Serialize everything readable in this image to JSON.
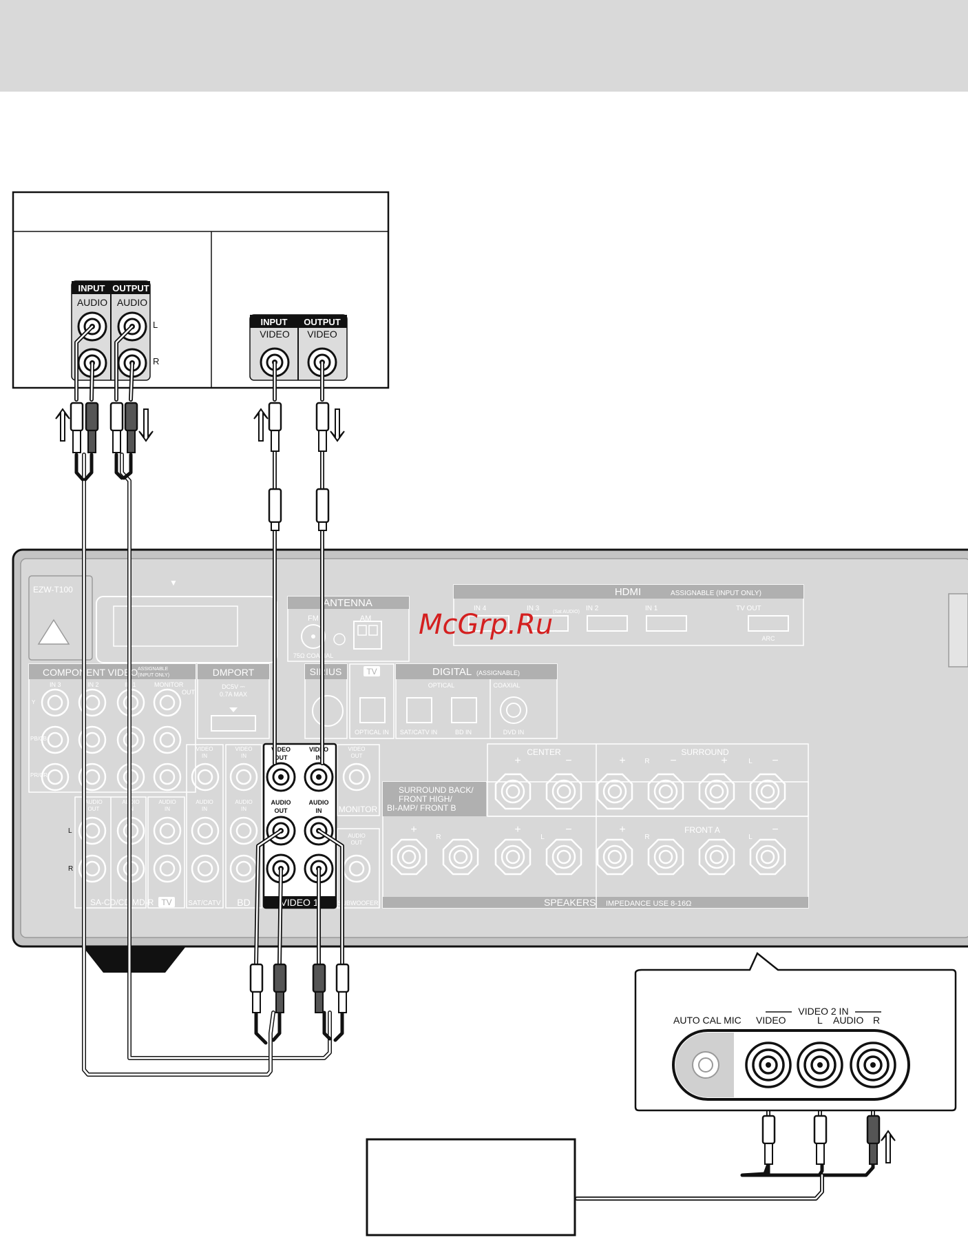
{
  "tv_box": {
    "input_audio": [
      "INPUT",
      "AUDIO"
    ],
    "output_audio": [
      "OUTPUT",
      "AUDIO"
    ],
    "channel_l": "L",
    "channel_r": "R",
    "input_video": [
      "INPUT",
      "VIDEO"
    ],
    "output_video": [
      "OUTPUT",
      "VIDEO"
    ]
  },
  "receiver": {
    "model": "EZW-T100",
    "hdmi": {
      "title": "HDMI",
      "assignable": "ASSIGNABLE (INPUT ONLY)",
      "ports": [
        "IN 4",
        "IN 3",
        "IN 2",
        "IN 1",
        "TV OUT"
      ],
      "sat_audio": "(Sat AUDIO)",
      "arc": "ARC"
    },
    "antenna": {
      "title": "ANTENNA",
      "fm": "FM",
      "am": "AM",
      "coaxial": "75Ω COAXIAL"
    },
    "component_video": {
      "title": "COMPONENT VIDEO",
      "assignable": [
        "ASSIGNABLE",
        "(INPUT ONLY)"
      ],
      "ports": [
        "IN 3",
        "IN 2",
        "IN 1",
        "MONITOR"
      ],
      "out": "OUT",
      "rows": [
        "Y",
        "PB/CB",
        "PR/CR"
      ]
    },
    "dmport": {
      "title": "DMPORT",
      "power": [
        "DC5V ⎓",
        "0.7A MAX"
      ]
    },
    "sirius": "SIRIUS",
    "tv_badge": "TV",
    "digital": {
      "title": "DIGITAL",
      "assignable": "(ASSIGNABLE)",
      "optical": "OPTICAL",
      "coaxial": "COAXIAL",
      "ports": [
        "OPTICAL IN",
        "SAT/CATV IN",
        "BD IN",
        "DVD IN"
      ]
    },
    "av_labels": {
      "video_in": [
        "VIDEO",
        "IN"
      ],
      "video_out": [
        "VIDEO",
        "OUT"
      ],
      "audio_in": [
        "AUDIO",
        "IN"
      ],
      "audio_out": [
        "AUDIO",
        "OUT"
      ],
      "channel_l": "L",
      "channel_r": "R"
    },
    "video1": {
      "video_out": [
        "VIDEO",
        "OUT"
      ],
      "video_in": [
        "VIDEO",
        "IN"
      ],
      "audio_out": [
        "AUDIO",
        "OUT"
      ],
      "audio_in": [
        "AUDIO",
        "IN"
      ],
      "label": "VIDEO 1"
    },
    "monitor": {
      "video_out": [
        "VIDEO",
        "OUT"
      ],
      "label": "MONITOR"
    },
    "subwoofer": {
      "audio_out": [
        "AUDIO",
        "OUT"
      ],
      "label": "SUBWOOFER"
    },
    "bottom_labels": [
      "SA-CD/CD",
      "MD-R",
      "TV",
      "SAT/CATV",
      "BD"
    ],
    "speakers": {
      "surround_back": [
        "SURROUND BACK/",
        "FRONT HIGH/",
        "BI-AMP/ FRONT B"
      ],
      "center": "CENTER",
      "surround": "SURROUND",
      "front_a": "FRONT A",
      "plus": "+",
      "minus": "−",
      "r": "R",
      "l": "L",
      "title": "SPEAKERS",
      "impedance": "IMPEDANCE USE 8-16Ω"
    }
  },
  "front_panel": {
    "auto_cal_mic": "AUTO CAL MIC",
    "video2_in": "VIDEO 2 IN",
    "video": "VIDEO",
    "l": "L",
    "audio": "AUDIO",
    "r": "R"
  },
  "watermark": "McGrp.Ru"
}
